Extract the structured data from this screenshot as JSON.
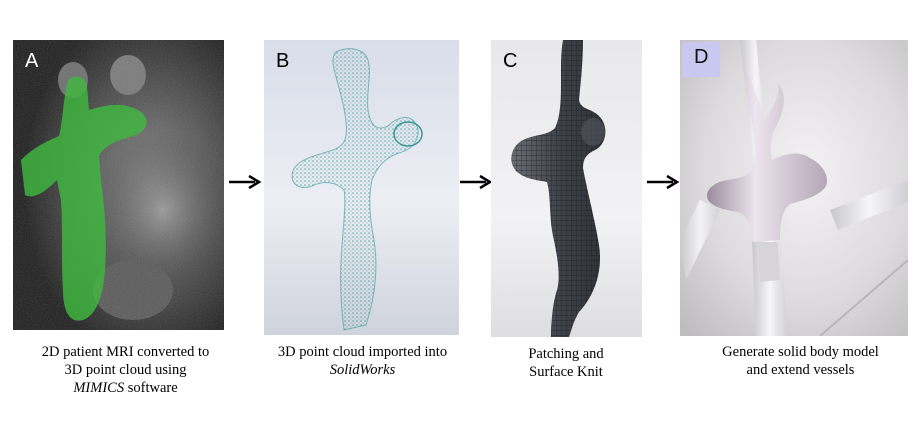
{
  "panels": [
    {
      "letter": "A",
      "caption_lines": [
        "2D patient MRI converted to",
        "3D point cloud using"
      ],
      "caption_italic": "MIMICS",
      "caption_tail": " software"
    },
    {
      "letter": "B",
      "caption_lines": [
        "3D point cloud imported into"
      ],
      "caption_italic": "SolidWorks",
      "caption_tail": ""
    },
    {
      "letter": "C",
      "caption_lines": [
        "Patching and",
        "Surface Knit"
      ]
    },
    {
      "letter": "D",
      "caption_lines": [
        "Generate solid body model",
        "and extend vessels"
      ]
    }
  ],
  "arrow_icon": "arrow-right-icon",
  "colors": {
    "segmentation_green": "#3fb83f",
    "point_cloud_teal": "#4a9a98",
    "mesh_grey": "#4d5157",
    "solid_lavender": "#d8c4d8",
    "label_highlight": "#c8c8f0"
  }
}
